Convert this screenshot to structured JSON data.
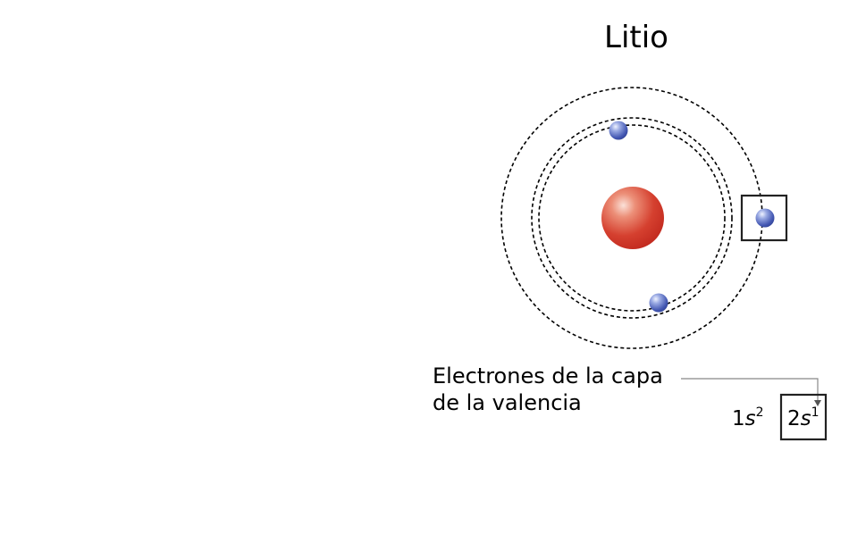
{
  "title": "Litio",
  "caption": {
    "line1": "Electrones de la capa",
    "line2": "de la valencia"
  },
  "configuration": [
    {
      "shell": "1",
      "orbital": "s",
      "electrons": "2",
      "highlighted": false
    },
    {
      "shell": "2",
      "orbital": "s",
      "electrons": "1",
      "highlighted": true
    }
  ],
  "atom": {
    "inner_shell_electrons": 2,
    "valence_shell_electrons": 1
  },
  "colors": {
    "nucleus": "#d33a2c",
    "electron": "#3f55b0",
    "orbit": "#000000",
    "box": "#222222",
    "leader_line": "#888888"
  }
}
